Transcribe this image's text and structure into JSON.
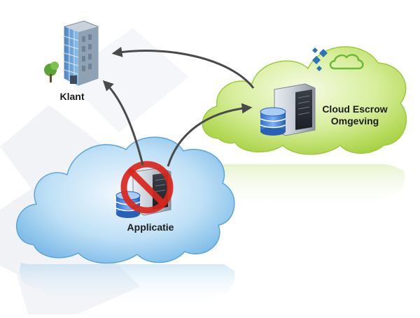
{
  "diagram": {
    "klant_label": "Klant",
    "escrow_label_line1": "Cloud Escrow",
    "escrow_label_line2": "Omgeving",
    "app_label": "Applicatie"
  },
  "colors": {
    "green_cloud": "#b5dc52",
    "blue_cloud": "#7fbde8",
    "arrow": "#4a4a4a",
    "prohibit": "#d9261c",
    "logo_blue": "#2a74b8",
    "logo_green": "#6fb83a"
  },
  "icons": [
    "building-icon",
    "server-icon",
    "database-icon",
    "prohibited-icon",
    "escrow-logo-icon",
    "cloud-logo-icon"
  ]
}
